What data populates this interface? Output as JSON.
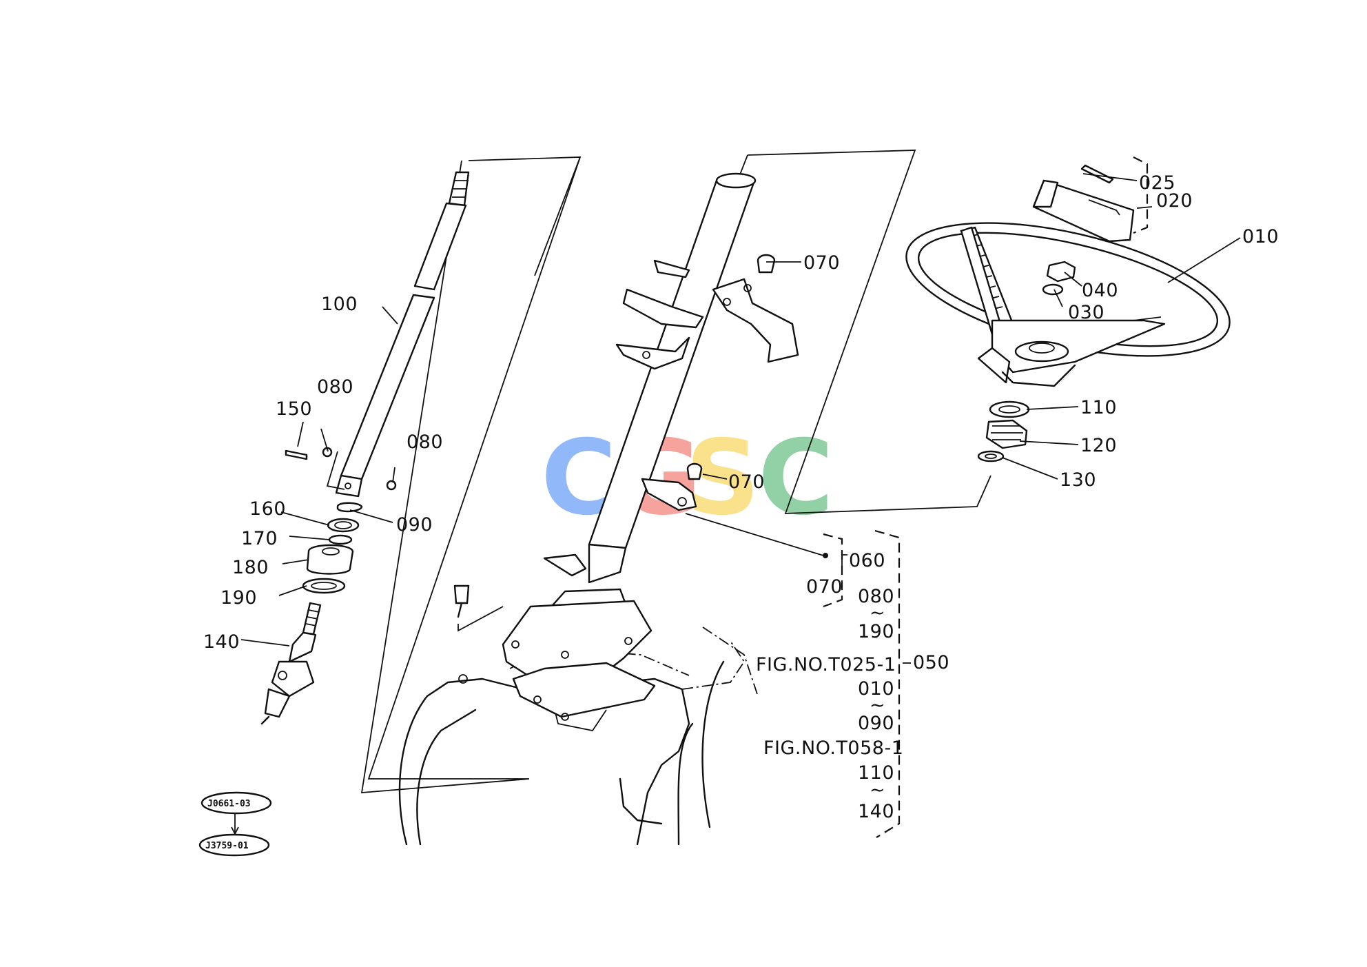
{
  "part_labels": {
    "p010": "010",
    "p020": "020",
    "p025": "025",
    "p030": "030",
    "p040": "040",
    "p070_top": "070",
    "p070_mid": "070",
    "p070_low": "070",
    "p080_a": "080",
    "p080_b": "080",
    "p100": "100",
    "p110": "110",
    "p120": "120",
    "p130": "130",
    "p140": "140",
    "p150": "150",
    "p160": "160",
    "p170": "170",
    "p180": "180",
    "p190": "190",
    "p090": "090"
  },
  "assembly_list": {
    "l060": "060",
    "l080": "080",
    "l190": "190",
    "fig1": "FIG.NO.T025-1",
    "l050": "050",
    "l010": "010",
    "l090": "090",
    "fig2": "FIG.NO.T058-1",
    "l110": "110",
    "l140": "140",
    "range_mark": "~"
  },
  "references": {
    "ref1": "J0661-03",
    "ref2": "J3759-01"
  },
  "watermark": {
    "letters": [
      "C",
      "G",
      "S",
      "C"
    ],
    "colors": [
      "#4f8ff7",
      "#f26b62",
      "#f8cf46",
      "#4fb56f"
    ]
  }
}
